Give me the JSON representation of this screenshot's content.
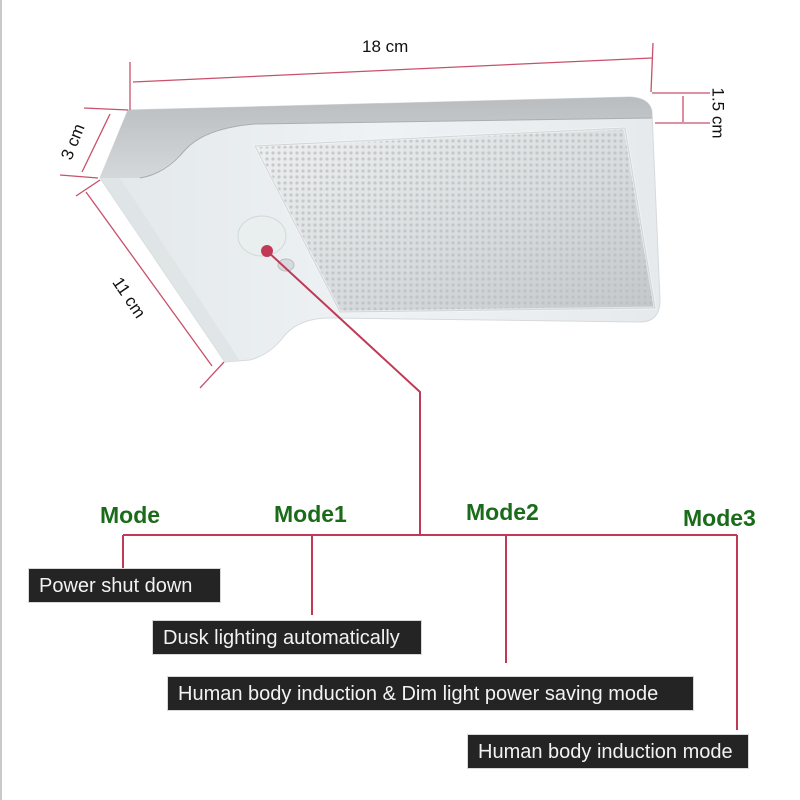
{
  "product": {
    "name_icon": "solar-wall-lamp",
    "sensor": "motion-sensor-icon"
  },
  "dimensions": {
    "length": "18 cm",
    "thickness_top": "3 cm",
    "thickness_side": "1.5 cm",
    "width": "11 cm"
  },
  "modes": [
    {
      "title": "Mode",
      "description": "Power shut down"
    },
    {
      "title": "Mode1",
      "description": "Dusk lighting automatically"
    },
    {
      "title": "Mode2",
      "description": "Human body induction  & Dim light power saving mode"
    },
    {
      "title": "Mode3",
      "description": "Human body induction mode"
    }
  ],
  "colors": {
    "dimension_line": "#c8506a",
    "connector_line": "#c03a58",
    "mode_title": "#1a6b1a",
    "box_background": "#242424",
    "box_text": "#f2f2f2"
  }
}
